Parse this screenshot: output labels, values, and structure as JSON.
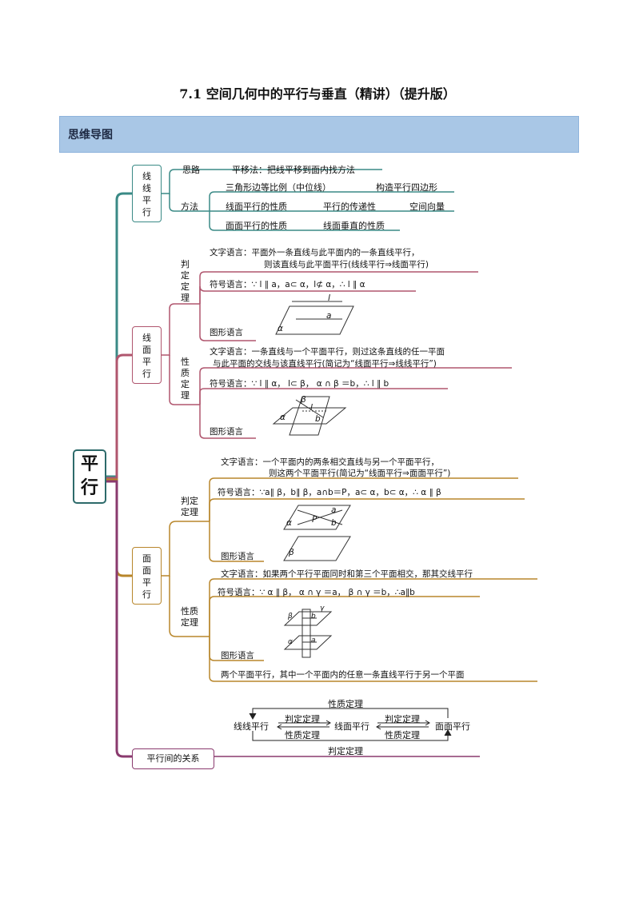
{
  "title": "7.1 空间几何中的平行与垂直（精讲）（提升版）",
  "banner": "思维导图",
  "root": "平行",
  "xianxian": {
    "label": "线线平行",
    "silu_label": "思路",
    "silu_text": "平移法：把线平移到面内找方法",
    "fangfa_label": "方法",
    "m1": "三角形边等比例（中位线）",
    "m2": "构造平行四边形",
    "m3": "线面平行的性质",
    "m4": "平行的传递性",
    "m5": "空间向量",
    "m6": "面面平行的性质",
    "m7": "线面垂直的性质"
  },
  "xianmian": {
    "label": "线面平行",
    "pd_label": "判定定理",
    "pd_text1": "文字语言：平面外一条直线与此平面内的一条直线平行，",
    "pd_text2": "则该直线与此平面平行(线线平行⇒线面平行)",
    "pd_symbol": "符号语言：∵ l ∥ a，a⊂ α，l⊄ α，∴ l ∥ α",
    "pd_graph": "图形语言",
    "pd_fig_l": "l",
    "pd_fig_a": "a",
    "pd_fig_alpha": "α",
    "xz_label": "性质定理",
    "xz_text1": "文字语言：一条直线与一个平面平行，则过这条直线的任一平面",
    "xz_text2": "与此平面的交线与该直线平行(简记为“线面平行⇒线线平行”)",
    "xz_symbol": "符号语言：∵ l ∥ α， l⊂ β， α ∩ β ＝b，∴ l ∥ b",
    "xz_graph": "图形语言",
    "xz_fig_beta": "β",
    "xz_fig_l": "l",
    "xz_fig_b": "b",
    "xz_fig_alpha": "α"
  },
  "mianmian": {
    "label": "面面平行",
    "pd_label": "判定定理",
    "pd_text1": "文字语言：一个平面内的两条相交直线与另一个平面平行，",
    "pd_text2": "则这两个平面平行(简记为“线面平行⇒面面平行”)",
    "pd_symbol": "符号语言：∵a∥ β，b∥ β，a∩b＝P，a⊂ α，b⊂ α，∴ α ∥ β",
    "pd_graph": "图形语言",
    "pd_fig_a": "a",
    "pd_fig_b": "b",
    "pd_fig_P": "P",
    "pd_fig_alpha": "α",
    "pd_fig_beta": "β",
    "xz_label": "性质定理",
    "xz_text1": "文字语言：如果两个平行平面同时和第三个平面相交，那其交线平行",
    "xz_symbol": "符号语言：∵ α ∥ β， α ∩ γ ＝a， β ∩ γ ＝b，∴a∥b",
    "xz_graph": "图形语言",
    "xz_note": "两个平面平行，其中一个平面内的任意一条直线平行于另一个平面",
    "xz_fig_beta": "β",
    "xz_fig_b": "b",
    "xz_fig_gamma": "γ",
    "xz_fig_alpha": "α",
    "xz_fig_a": "a"
  },
  "relation": {
    "label": "平行间的关系",
    "n1": "线线平行",
    "n2": "线面平行",
    "n3": "面面平行",
    "top": "性质定理",
    "bottom": "判定定理",
    "a1_up": "判定定理",
    "a1_down": "性质定理",
    "a2_up": "判定定理",
    "a2_down": "性质定理"
  },
  "colors": {
    "teal": "#3a8a86",
    "brown": "#b8862b",
    "rose": "#b0566e",
    "purple": "#8a3a6e",
    "banner": "#a9c7e6"
  }
}
